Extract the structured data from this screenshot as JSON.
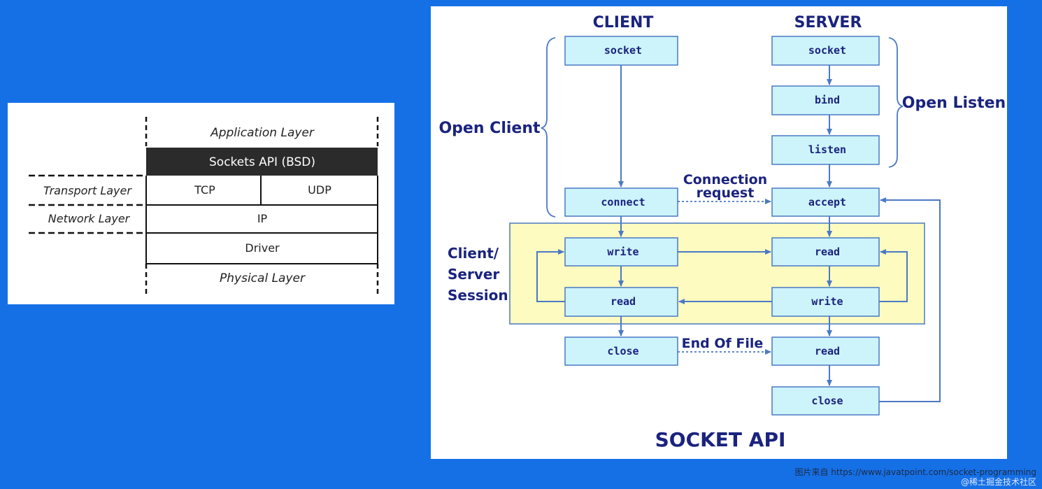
{
  "layer_diagram": {
    "application_layer": "Application Layer",
    "sockets_api": "Sockets API (BSD)",
    "transport_layer": "Transport Layer",
    "tcp": "TCP",
    "udp": "UDP",
    "network_layer": "Network Layer",
    "ip": "IP",
    "driver": "Driver",
    "physical_layer": "Physical Layer"
  },
  "socket_api_diagram": {
    "title": "SOCKET API",
    "client_header": "CLIENT",
    "server_header": "SERVER",
    "open_client": "Open Client",
    "open_listen": "Open Listen",
    "connection_request_line1": "Connection",
    "connection_request_line2": "request",
    "session_line1": "Client/",
    "session_line2": "Server",
    "session_line3": "Session",
    "end_of_file": "End Of File",
    "client_boxes": {
      "socket": "socket",
      "connect": "connect",
      "write": "write",
      "read": "read",
      "close": "close"
    },
    "server_boxes": {
      "socket": "socket",
      "bind": "bind",
      "listen": "listen",
      "accept": "accept",
      "read": "read",
      "write": "write",
      "read_eof": "read",
      "close": "close"
    }
  },
  "footer": {
    "attribution": "图片来自 https://www.javatpoint.com/socket-programming",
    "community": "@稀土掘金技术社区"
  },
  "colors": {
    "background": "#1570e6",
    "box_fill": "#cdf4fb",
    "box_stroke": "#4a79c4",
    "arrow": "#4a79c4",
    "session_fill": "#fdfbc0",
    "label_text": "#1a237e",
    "api_header": "#2b2b2b"
  }
}
